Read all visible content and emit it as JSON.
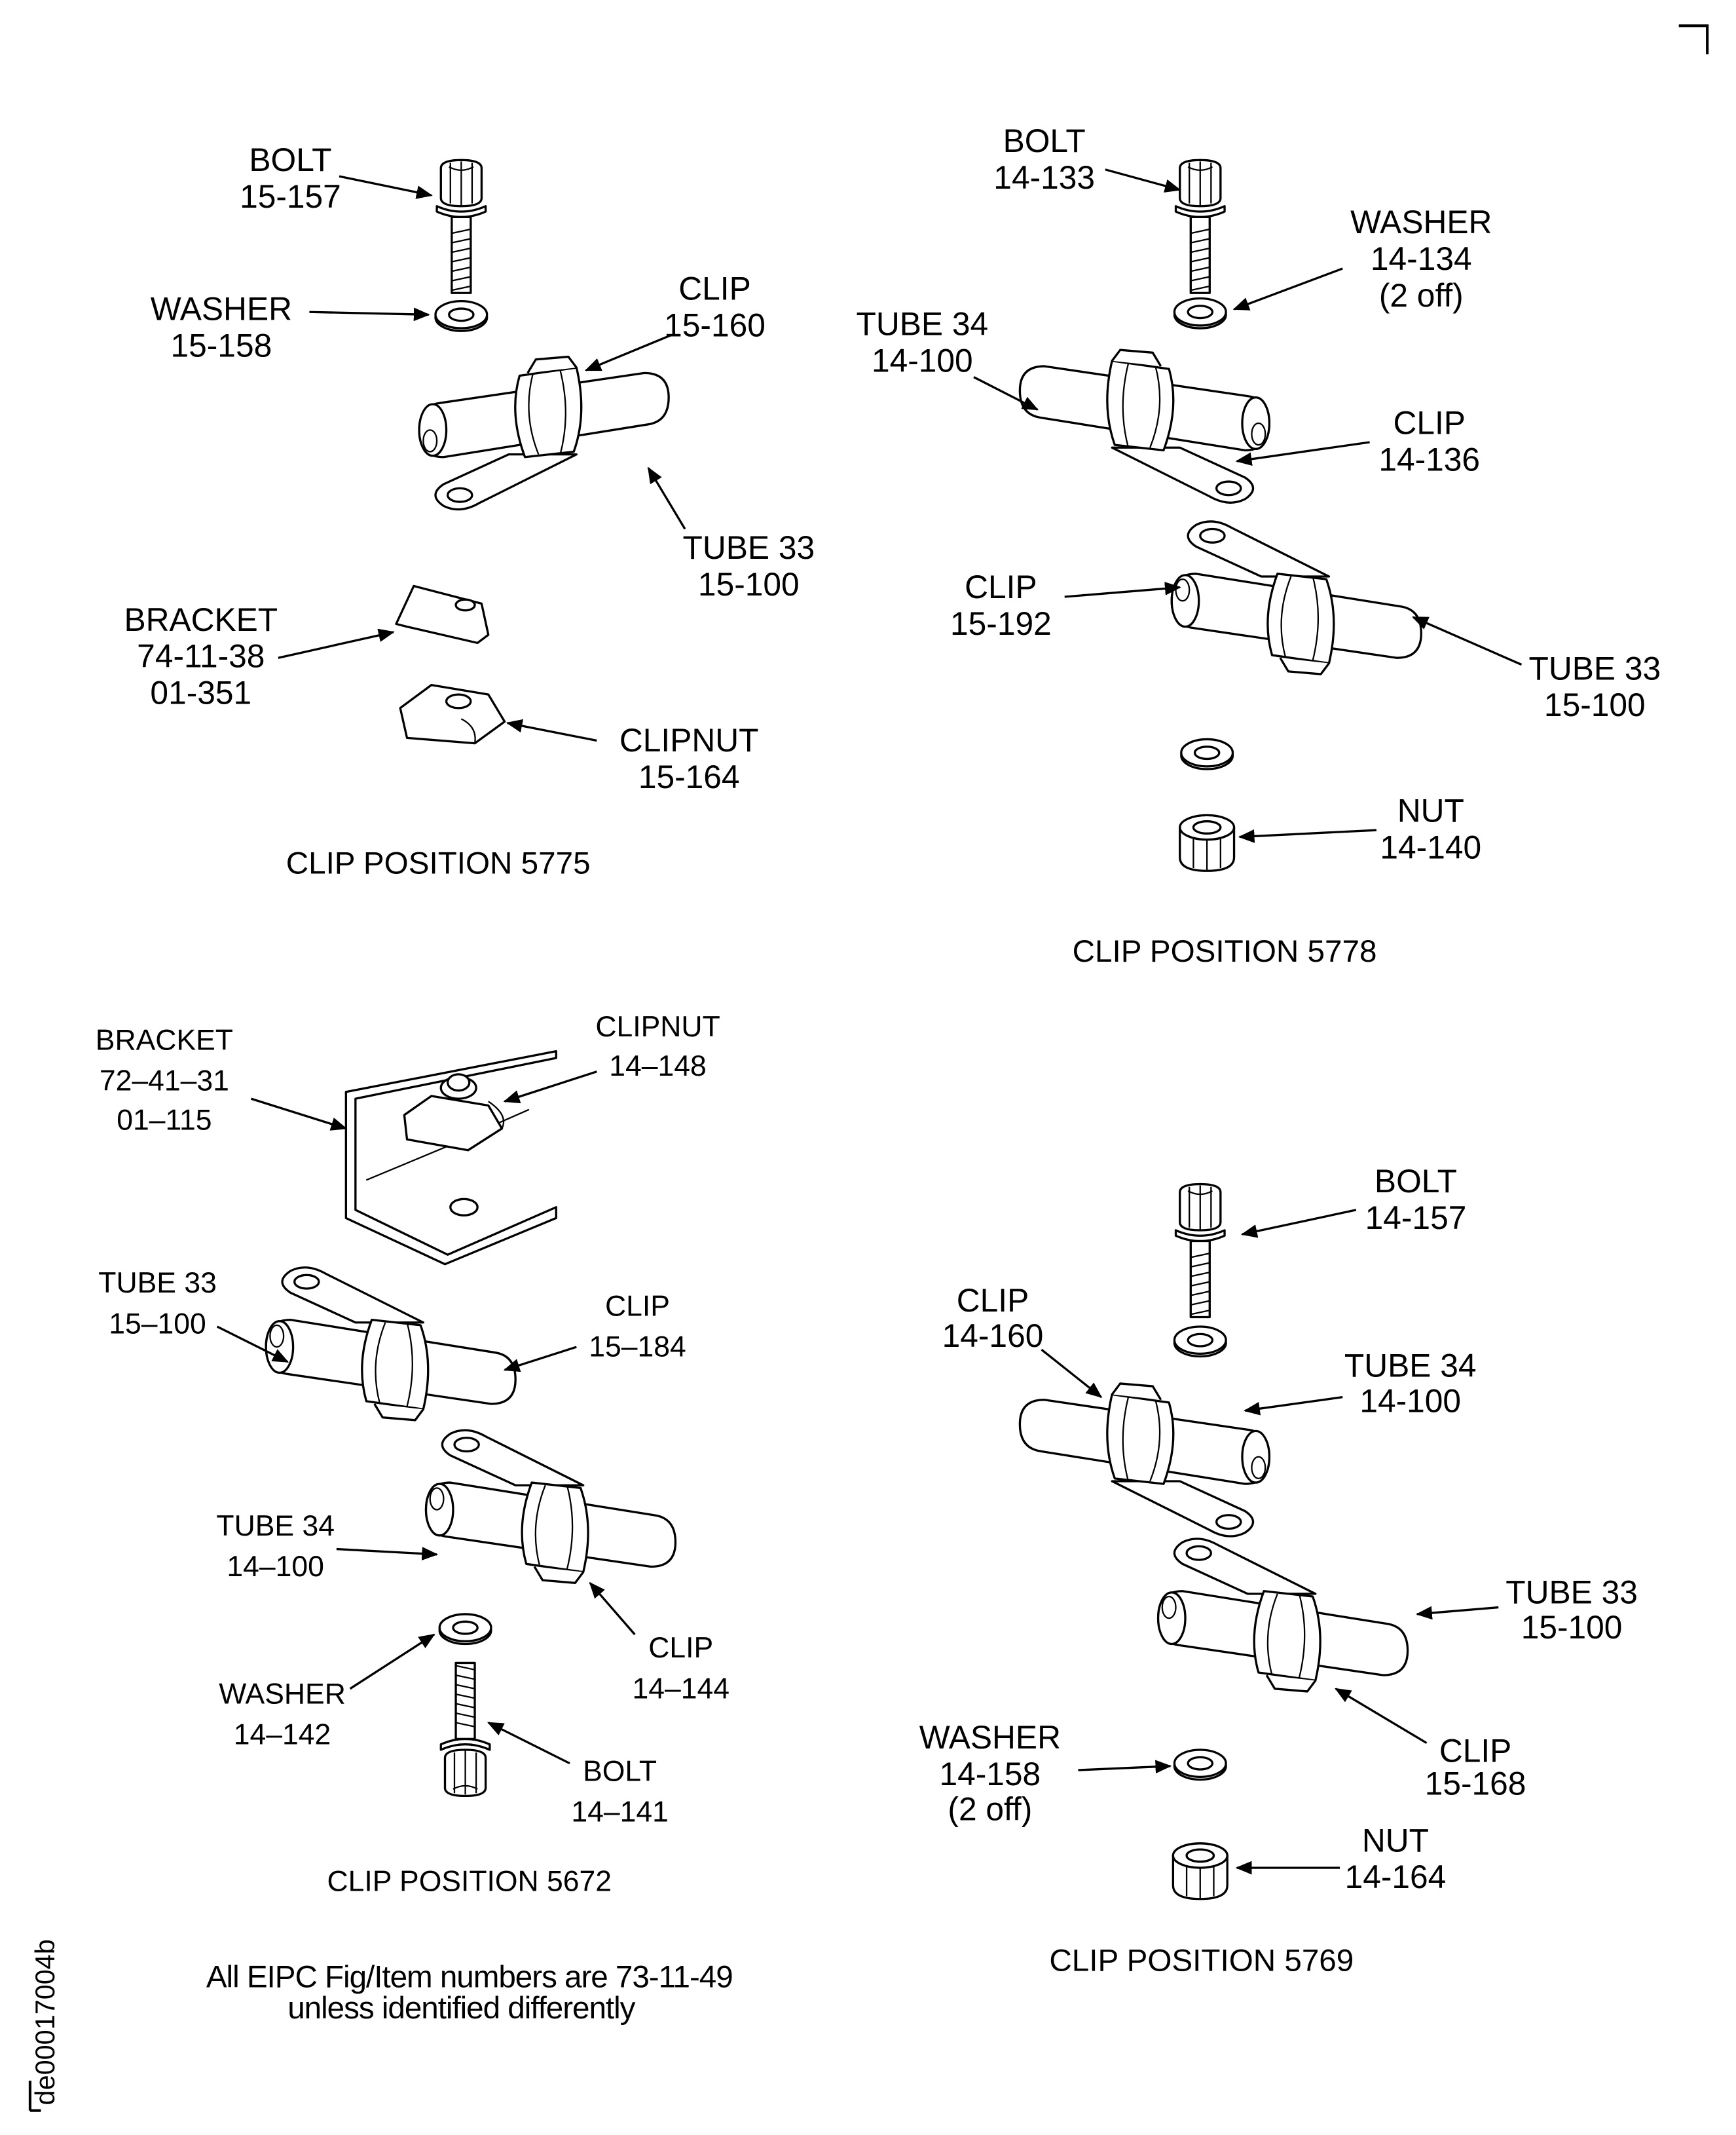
{
  "positions": {
    "p5775": {
      "caption": "CLIP POSITION 5775",
      "bolt": [
        "BOLT",
        "15-157"
      ],
      "washer": [
        "WASHER",
        "15-158"
      ],
      "clip": [
        "CLIP",
        "15-160"
      ],
      "tube": [
        "TUBE 33",
        "15-100"
      ],
      "bracket": [
        "BRACKET",
        "74-11-38",
        "01-351"
      ],
      "clipnut": [
        "CLIPNUT",
        "15-164"
      ]
    },
    "p5778": {
      "caption": "CLIP POSITION 5778",
      "bolt": [
        "BOLT",
        "14-133"
      ],
      "washer": [
        "WASHER",
        "14-134",
        "(2 off)"
      ],
      "tube34": [
        "TUBE 34",
        "14-100"
      ],
      "clip_a": [
        "CLIP",
        "14-136"
      ],
      "clip_b": [
        "CLIP",
        "15-192"
      ],
      "tube33": [
        "TUBE 33",
        "15-100"
      ],
      "nut": [
        "NUT",
        "14-140"
      ]
    },
    "p5672": {
      "caption": "CLIP POSITION 5672",
      "bracket": [
        "BRACKET",
        "72–41–31",
        "01–115"
      ],
      "clipnut": [
        "CLIPNUT",
        "14–148"
      ],
      "tube33": [
        "TUBE 33",
        "15–100"
      ],
      "clip_a": [
        "CLIP",
        "15–184"
      ],
      "tube34": [
        "TUBE 34",
        "14–100"
      ],
      "clip_b": [
        "CLIP",
        "14–144"
      ],
      "washer": [
        "WASHER",
        "14–142"
      ],
      "bolt": [
        "BOLT",
        "14–141"
      ]
    },
    "p5769": {
      "caption": "CLIP POSITION 5769",
      "bolt": [
        "BOLT",
        "14-157"
      ],
      "clip_a": [
        "CLIP",
        "14-160"
      ],
      "tube34": [
        "TUBE 34",
        "14-100"
      ],
      "tube33": [
        "TUBE 33",
        "15-100"
      ],
      "clip_b": [
        "CLIP",
        "15-168"
      ],
      "washer": [
        "WASHER",
        "14-158",
        "(2 off)"
      ],
      "nut": [
        "NUT",
        "14-164"
      ]
    }
  },
  "note": [
    "All EIPC Fig/Item numbers are  73-11-49",
    "unless identified differently"
  ],
  "drawing_id": "de00017004b"
}
